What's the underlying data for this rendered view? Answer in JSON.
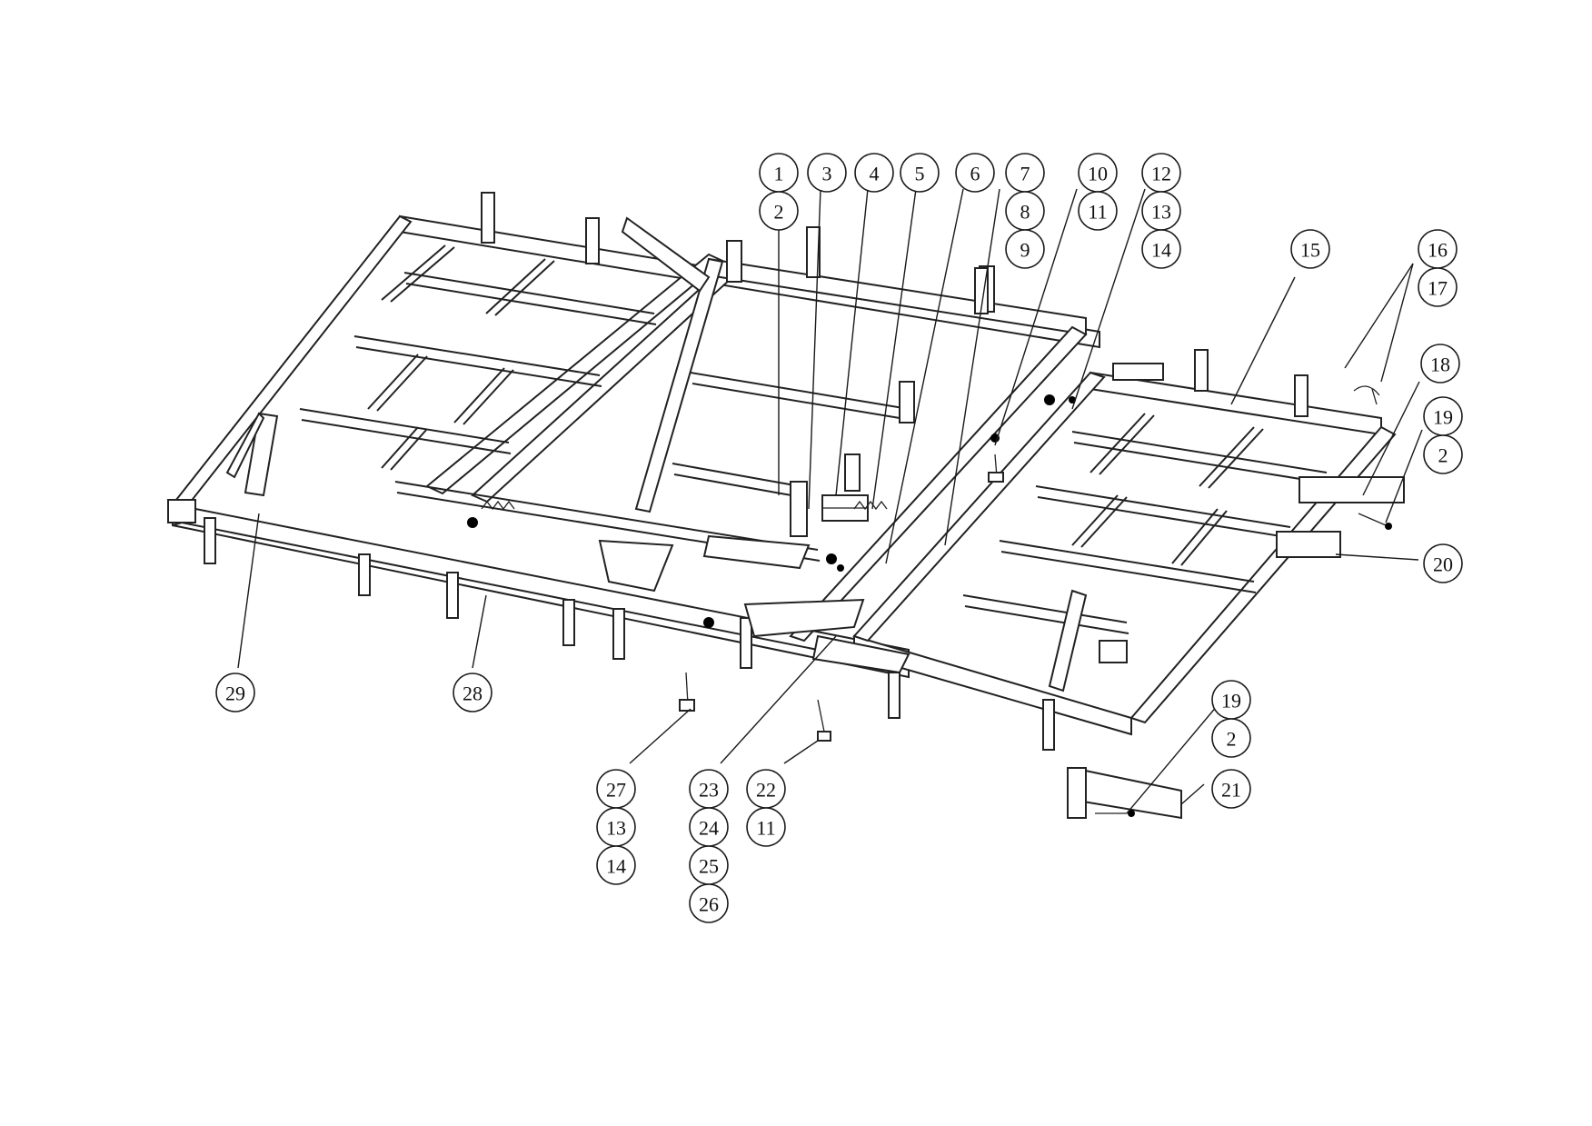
{
  "diagram": {
    "type": "exploded-parts-drawing",
    "callouts": [
      {
        "id": "c1",
        "label": "1"
      },
      {
        "id": "c2a",
        "label": "2"
      },
      {
        "id": "c3",
        "label": "3"
      },
      {
        "id": "c4",
        "label": "4"
      },
      {
        "id": "c5",
        "label": "5"
      },
      {
        "id": "c6",
        "label": "6"
      },
      {
        "id": "c7",
        "label": "7"
      },
      {
        "id": "c8",
        "label": "8"
      },
      {
        "id": "c9",
        "label": "9"
      },
      {
        "id": "c10",
        "label": "10"
      },
      {
        "id": "c11a",
        "label": "11"
      },
      {
        "id": "c12",
        "label": "12"
      },
      {
        "id": "c13a",
        "label": "13"
      },
      {
        "id": "c14a",
        "label": "14"
      },
      {
        "id": "c15",
        "label": "15"
      },
      {
        "id": "c16",
        "label": "16"
      },
      {
        "id": "c17",
        "label": "17"
      },
      {
        "id": "c18",
        "label": "18"
      },
      {
        "id": "c19a",
        "label": "19"
      },
      {
        "id": "c2b",
        "label": "2"
      },
      {
        "id": "c20",
        "label": "20"
      },
      {
        "id": "c19b",
        "label": "19"
      },
      {
        "id": "c2c",
        "label": "2"
      },
      {
        "id": "c21",
        "label": "21"
      },
      {
        "id": "c29",
        "label": "29"
      },
      {
        "id": "c28",
        "label": "28"
      },
      {
        "id": "c27",
        "label": "27"
      },
      {
        "id": "c13b",
        "label": "13"
      },
      {
        "id": "c14b",
        "label": "14"
      },
      {
        "id": "c23",
        "label": "23"
      },
      {
        "id": "c24",
        "label": "24"
      },
      {
        "id": "c25",
        "label": "25"
      },
      {
        "id": "c26",
        "label": "26"
      },
      {
        "id": "c22",
        "label": "22"
      },
      {
        "id": "c11b",
        "label": "11"
      }
    ]
  }
}
